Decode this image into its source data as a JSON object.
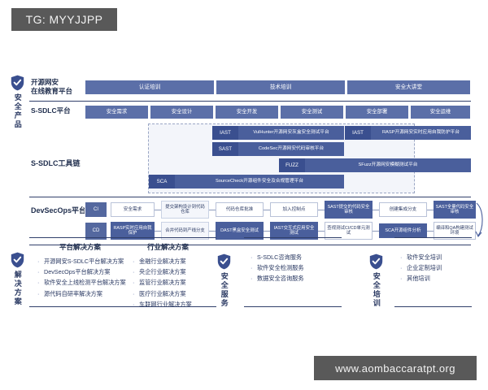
{
  "watermarks": {
    "top_left": "TG: MYYJJPP",
    "bottom_right": "www.aombaccaratpt.org"
  },
  "sidebar": {
    "products": {
      "icon": "shield-check-icon",
      "label": "安全产品"
    },
    "solutions": {
      "icon": "shield-check-icon",
      "label": "解决方案"
    },
    "services": {
      "icon": "shield-check-icon",
      "label": "安全服务"
    },
    "training": {
      "icon": "shield-check-icon",
      "label": "安全培训"
    }
  },
  "rows": {
    "edu": {
      "label_line1": "开源网安",
      "label_line2": "在线教育平台",
      "cells": [
        "认证培训",
        "技术培训",
        "安全大讲堂"
      ]
    },
    "ssdlc": {
      "label": "S-SDLC平台",
      "cells": [
        "安全需求",
        "安全设计",
        "安全开发",
        "安全测试",
        "安全部署",
        "安全运维"
      ]
    },
    "toolchain": {
      "label": "S-SDLC工具链",
      "items": [
        {
          "tag": "IAST",
          "name": "VulHunter开源网安灰盒安全测试平台"
        },
        {
          "tag": "IAST",
          "name": "RASP开源网安实时应用自我防护平台"
        },
        {
          "tag": "SAST",
          "name": "CodeSec开源网安代码审核平台"
        },
        {
          "tag": "FUZZ",
          "name": "SFuzz开源网安模糊测试平台"
        },
        {
          "tag": "SCA",
          "name": "SourceCheck开源组件安全及合规管理平台"
        }
      ]
    },
    "devsecops": {
      "label": "DevSecOps平台",
      "ci_tag": "CI",
      "cd_tag": "CD",
      "ci": [
        "安全需求",
        "提交架构设计到代码仓库",
        "代码仓库批准",
        "加入控制点",
        "SAST提交的代码安全审核",
        "创建集成分支",
        "SAST全量代码安全审核"
      ],
      "cd": [
        "RASP实时应用自我保护",
        "合并代码到产线分支",
        "DAST黑盒安全测试",
        "IAST交互式应用安全测试",
        "查视测试CI/CD单元测试",
        "SCA开源组件分析",
        "编译和QA构建测试环境"
      ]
    }
  },
  "solutions": {
    "platform": {
      "heading": "平台解决方案",
      "items": [
        "开源网安S-SDLC平台解决方案",
        "DevSecOps平台解决方案",
        "软件安全上线检测平台解决方案",
        "源代码自研率解决方案"
      ]
    },
    "industry": {
      "heading": "行业解决方案",
      "items": [
        "金融行业解决方案",
        "央企行业解决方案",
        "监管行业解决方案",
        "医疗行业解决方案",
        "车联网行业解决方案"
      ]
    },
    "services": {
      "items": [
        "S-SDLC咨询服务",
        "软件安全检测服务",
        "数据安全咨询服务"
      ]
    },
    "training": {
      "items": [
        "软件安全培训",
        "企业定制培训",
        "其他培训"
      ]
    }
  },
  "colors": {
    "primary_blue": "#5b6fa8",
    "dark_blue": "#3a4f8f",
    "rule": "#31406b",
    "panel_bg": "#f3f5fa",
    "watermark_bg": "#595959"
  }
}
